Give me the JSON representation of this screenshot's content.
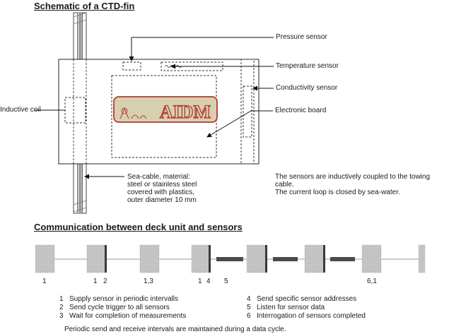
{
  "titles": {
    "schematic": "Schematic of a CTD-fin",
    "communication": "Communication between deck unit and sensors"
  },
  "labels": {
    "pressure": "Pressure sensor",
    "temperature": "Temperature sensor",
    "conductivity": "Conductivity sensor",
    "electronic": "Electronic board",
    "inductive_coil": "Inductive coil",
    "sea_cable": "Sea-cable, material:\nsteel or stainless steel\ncovered with plastics,\nouter diameter 10 mm",
    "note": "The sensors are inductively coupled to the towing cable.\nThe current loop is closed by sea-water.",
    "logo": "AIDM"
  },
  "timeline": {
    "markers": [
      "1",
      "1",
      "2",
      "1,3",
      "1",
      "4",
      "5",
      "6,1"
    ]
  },
  "legend": {
    "left": [
      {
        "num": "1",
        "text": "Supply sensor in periodic intervalls"
      },
      {
        "num": "2",
        "text": "Send cycle trigger to all sensors"
      },
      {
        "num": "3",
        "text": "Wait for completion of measurements"
      }
    ],
    "right": [
      {
        "num": "4",
        "text": "Send specific sensor addresses"
      },
      {
        "num": "5",
        "text": "Listen for sensor data"
      },
      {
        "num": "6",
        "text": "Interrogation of sensors completed"
      }
    ]
  },
  "footer": "Periodic send and receive intervals are maintained during a data cycle."
}
